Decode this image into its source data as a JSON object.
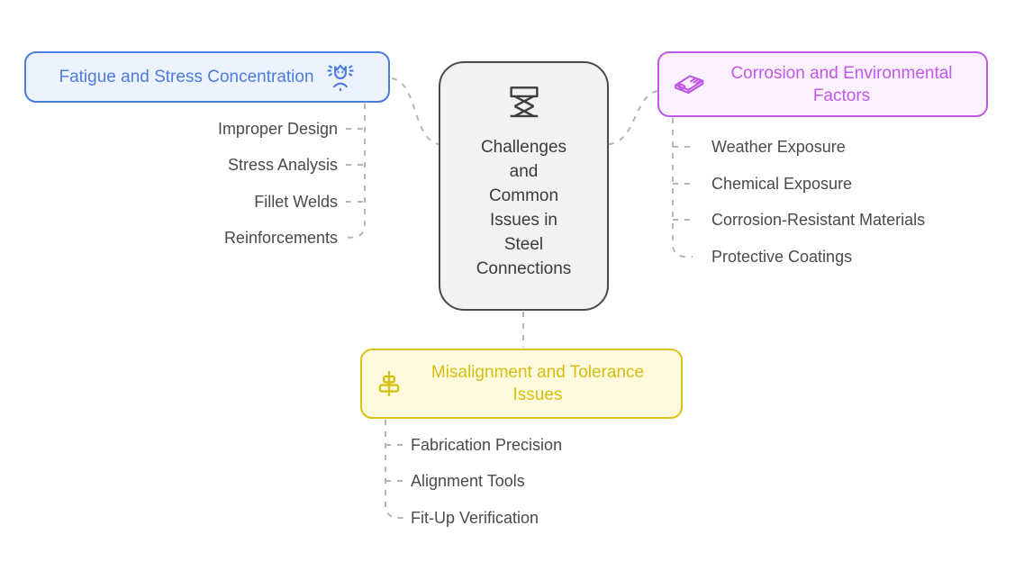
{
  "mindmap": {
    "center": {
      "title": "Challenges and Common Issues in Steel Connections",
      "icon": "scissor-lift-icon",
      "border_color": "#4a4a4a",
      "fill_color": "#f2f2f2"
    },
    "branches": [
      {
        "label": "Fatigue and Stress Concentration",
        "icon": "stress-head-icon",
        "accent_color": "#4b7ce0",
        "fill_color": "#edf3fd",
        "children": [
          "Improper Design",
          "Stress Analysis",
          "Fillet Welds",
          "Reinforcements"
        ]
      },
      {
        "label": "Corrosion and Environmental Factors",
        "icon": "steel-beam-icon",
        "accent_color": "#bf5ae6",
        "fill_color": "#fbf0fd",
        "children": [
          "Weather Exposure",
          "Chemical Exposure",
          "Corrosion-Resistant Materials",
          "Protective Coatings"
        ]
      },
      {
        "label": "Misalignment and Tolerance Issues",
        "icon": "align-center-icon",
        "accent_color": "#dcc318",
        "fill_color": "#fcf9dc",
        "children": [
          "Fabrication Precision",
          "Alignment Tools",
          "Fit-Up Verification"
        ]
      }
    ],
    "connector_color": "#b5b5b5"
  }
}
